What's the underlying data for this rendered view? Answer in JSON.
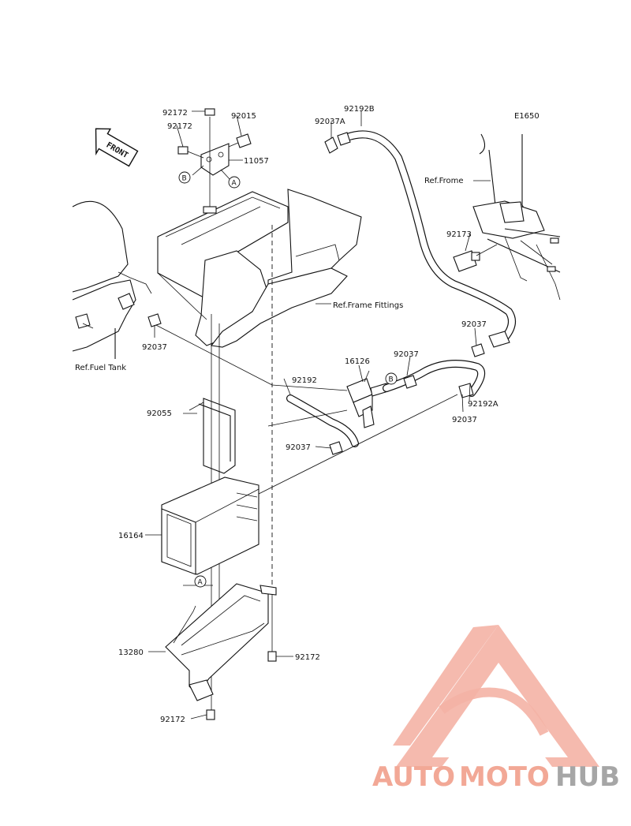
{
  "diagram_code": "E1650",
  "front_arrow_label": "FRONT",
  "refs": {
    "frame_top": "Ref.Frome",
    "frame_fittings": "Ref.Frame Fittings",
    "fuel_tank": "Ref.Fuel Tank"
  },
  "callouts": {
    "a": "A",
    "b": "B"
  },
  "parts": {
    "p92172_top": "92172",
    "p92172_left": "92172",
    "p92015": "92015",
    "p11057": "11057",
    "p92037A": "92037A",
    "p92192B": "92192B",
    "p92173": "92173",
    "p92037_left": "92037",
    "p92037_mid": "92037",
    "p92037_right": "92037",
    "p92037_right_low": "92037",
    "p92037_hose": "92037",
    "p16126": "16126",
    "p92192": "92192",
    "p92192A": "92192A",
    "p92055": "92055",
    "p16164": "16164",
    "p13280": "13280",
    "p92172_bottom_right": "92172",
    "p92172_bottom": "92172"
  },
  "watermark": {
    "part1": "AUTO",
    "part2": "MOTO",
    "part3": "HUB",
    "color_primary": "#f2a896",
    "color_secondary": "#a6a6a6"
  }
}
